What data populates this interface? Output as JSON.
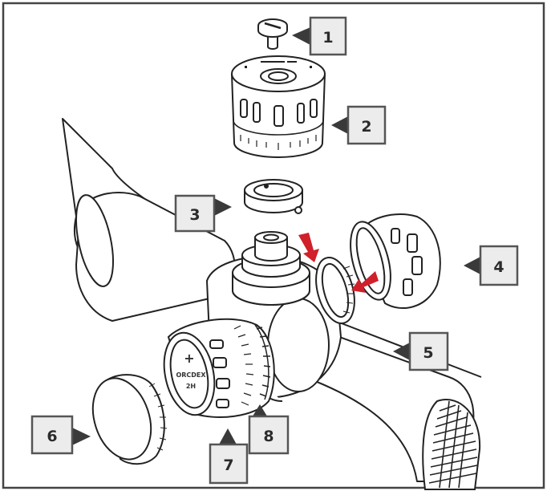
{
  "callouts": [
    {
      "id": "1",
      "label": "1"
    },
    {
      "id": "2",
      "label": "2"
    },
    {
      "id": "3",
      "label": "3"
    },
    {
      "id": "4",
      "label": "4"
    },
    {
      "id": "5",
      "label": "5"
    },
    {
      "id": "6",
      "label": "6"
    },
    {
      "id": "7",
      "label": "7"
    },
    {
      "id": "8",
      "label": "8"
    }
  ],
  "dial_markings": {
    "symbol": "+",
    "brand": "ORCDEX",
    "number": "2H"
  },
  "colors": {
    "line": "#222222",
    "callout_box_fill": "#ececec",
    "callout_box_stroke": "#555555",
    "callout_pointer": "#3a3a3a",
    "arrow_accent": "#d0202a",
    "frame": "#444444"
  }
}
